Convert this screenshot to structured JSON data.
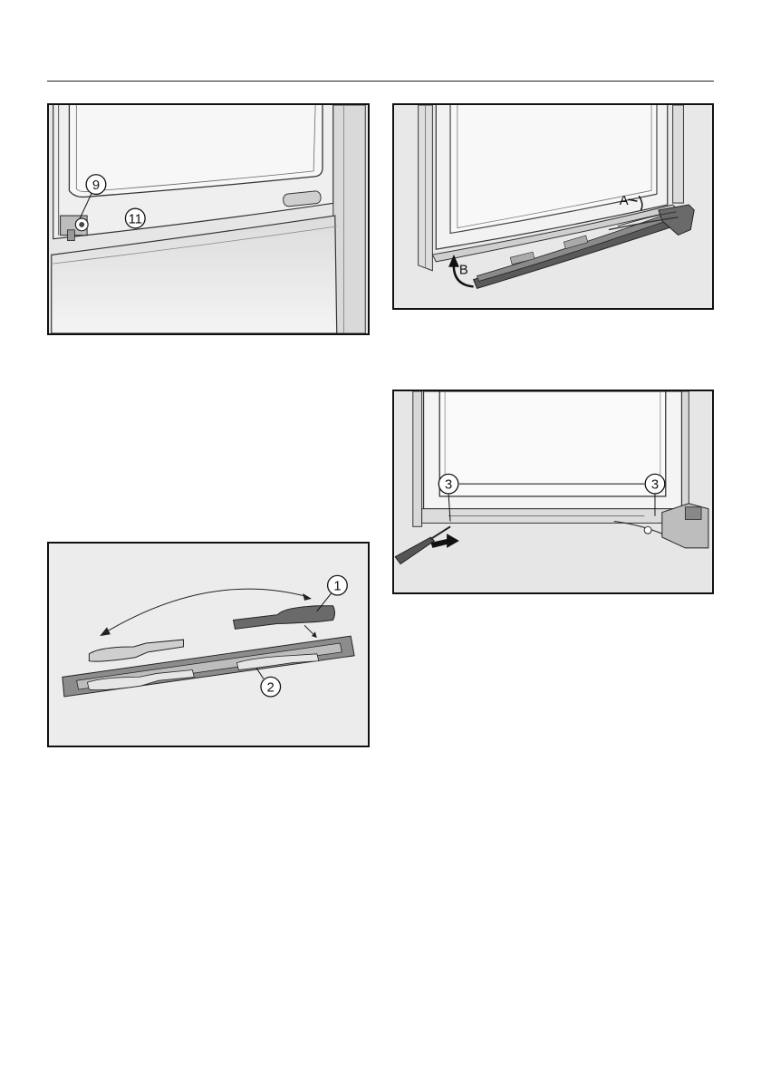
{
  "figures": {
    "fig1": {
      "callouts": [
        "9",
        "11"
      ]
    },
    "fig2": {
      "labels": [
        "A",
        "B"
      ]
    },
    "fig3": {
      "callouts": [
        "3",
        "3"
      ]
    },
    "fig4": {
      "callouts": [
        "1",
        "2"
      ]
    }
  }
}
